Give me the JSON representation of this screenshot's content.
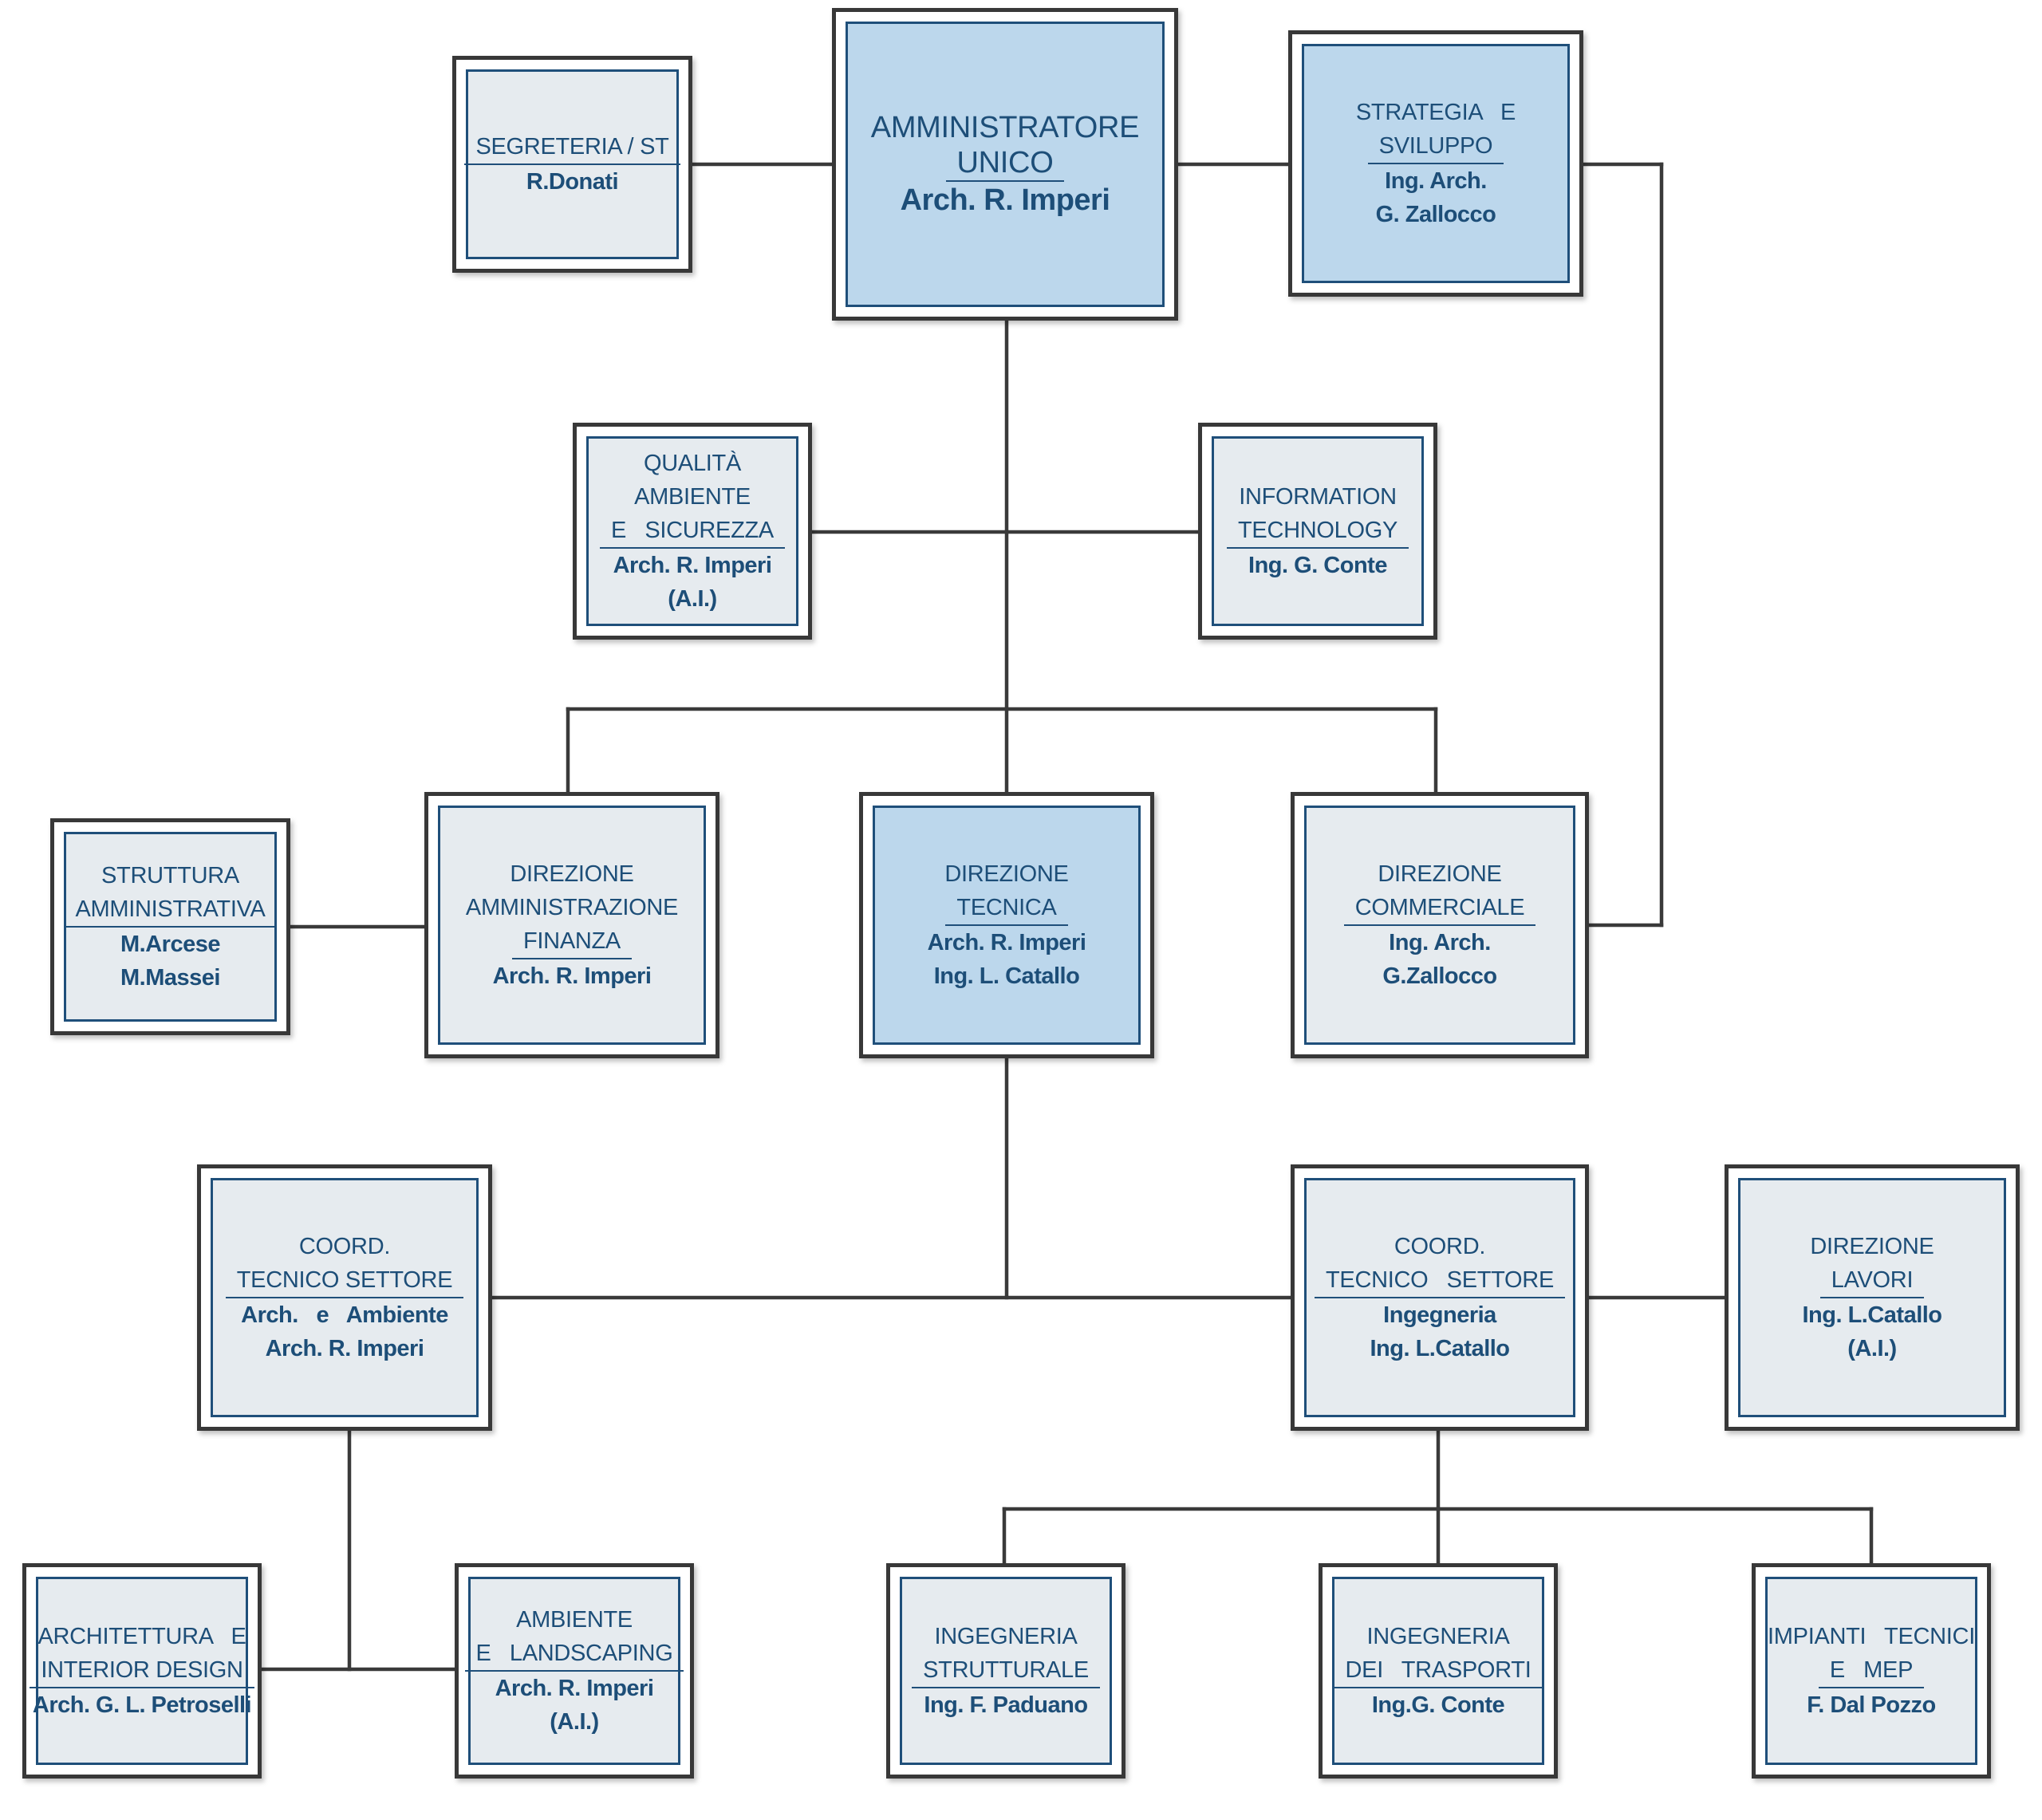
{
  "nodes": {
    "au": {
      "title": [
        "AMMINISTRATORE",
        "UNICO"
      ],
      "name": [
        "Arch. R. Imperi"
      ],
      "highlight": true
    },
    "seg": {
      "title": [
        "SEGRETERIA / ST"
      ],
      "name": [
        "R.Donati"
      ],
      "highlight": false
    },
    "strat": {
      "title": [
        "STRATEGIA   E",
        "SVILUPPO"
      ],
      "name": [
        "Ing. Arch.",
        "G. Zallocco"
      ],
      "highlight": true
    },
    "qual": {
      "title": [
        "QUALITÀ",
        "AMBIENTE",
        "E   SICUREZZA"
      ],
      "name": [
        "Arch. R. Imperi",
        "(A.I.)"
      ],
      "highlight": false
    },
    "it": {
      "title": [
        "INFORMATION",
        "TECHNOLOGY"
      ],
      "name": [
        "Ing. G. Conte"
      ],
      "highlight": false
    },
    "sa": {
      "title": [
        "STRUTTURA",
        "AMMINISTRATIVA"
      ],
      "name": [
        "M.Arcese",
        "M.Massei"
      ],
      "highlight": false
    },
    "daf": {
      "title": [
        "DIREZIONE",
        "AMMINISTRAZIONE",
        "FINANZA"
      ],
      "name": [
        "Arch. R. Imperi"
      ],
      "highlight": false
    },
    "dt": {
      "title": [
        "DIREZIONE",
        "TECNICA"
      ],
      "name": [
        "Arch. R. Imperi",
        "Ing. L. Catallo"
      ],
      "highlight": true
    },
    "dc": {
      "title": [
        "DIREZIONE",
        "COMMERCIALE"
      ],
      "name": [
        "Ing. Arch.",
        "G.Zallocco"
      ],
      "highlight": false
    },
    "cta": {
      "title": [
        "COORD.",
        "TECNICO SETTORE"
      ],
      "name": [
        "Arch.   e   Ambiente",
        "Arch. R. Imperi"
      ],
      "highlight": false
    },
    "cti": {
      "title": [
        "COORD.",
        "TECNICO   SETTORE"
      ],
      "name": [
        "Ingegneria",
        "Ing. L.Catallo"
      ],
      "highlight": false
    },
    "dl": {
      "title": [
        "DIREZIONE",
        "LAVORI"
      ],
      "name": [
        "Ing. L.Catallo",
        "(A.I.)"
      ],
      "highlight": false
    },
    "aid": {
      "title": [
        "ARCHITETTURA   E",
        "INTERIOR DESIGN"
      ],
      "name": [
        "Arch. G. L. Petroselli"
      ],
      "highlight": false
    },
    "al": {
      "title": [
        "AMBIENTE",
        "E   LANDSCAPING"
      ],
      "name": [
        "Arch. R. Imperi",
        "(A.I.)"
      ],
      "highlight": false
    },
    "is": {
      "title": [
        "INGEGNERIA",
        "STRUTTURALE"
      ],
      "name": [
        "Ing. F. Paduano"
      ],
      "highlight": false
    },
    "it2": {
      "title": [
        "INGEGNERIA",
        "DEI   TRASPORTI"
      ],
      "name": [
        "Ing.G. Conte"
      ],
      "highlight": false
    },
    "imp": {
      "title": [
        "IMPIANTI   TECNICI",
        "E   MEP"
      ],
      "name": [
        "F. Dal Pozzo"
      ],
      "highlight": false
    }
  }
}
